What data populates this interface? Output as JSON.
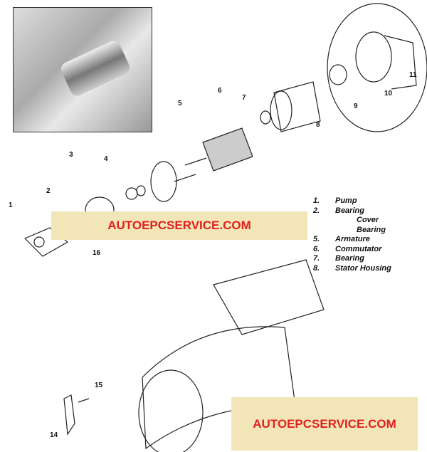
{
  "callouts": [
    "1",
    "2",
    "3",
    "4",
    "5",
    "6",
    "7",
    "8",
    "9",
    "10",
    "11",
    "14",
    "15",
    "16"
  ],
  "legend": [
    {
      "num": "1.",
      "label": "Pump"
    },
    {
      "num": "2.",
      "label": "Bearing"
    },
    {
      "num": "",
      "label": "Cover"
    },
    {
      "num": "",
      "label": "Bearing"
    },
    {
      "num": "5.",
      "label": "Armature"
    },
    {
      "num": "6.",
      "label": "Commutator"
    },
    {
      "num": "7.",
      "label": "Bearing"
    },
    {
      "num": "8.",
      "label": "Stator Housing"
    }
  ],
  "watermarks": [
    "AUTOEPCSERVICE.COM",
    "AUTOEPCSERVICE.COM"
  ]
}
